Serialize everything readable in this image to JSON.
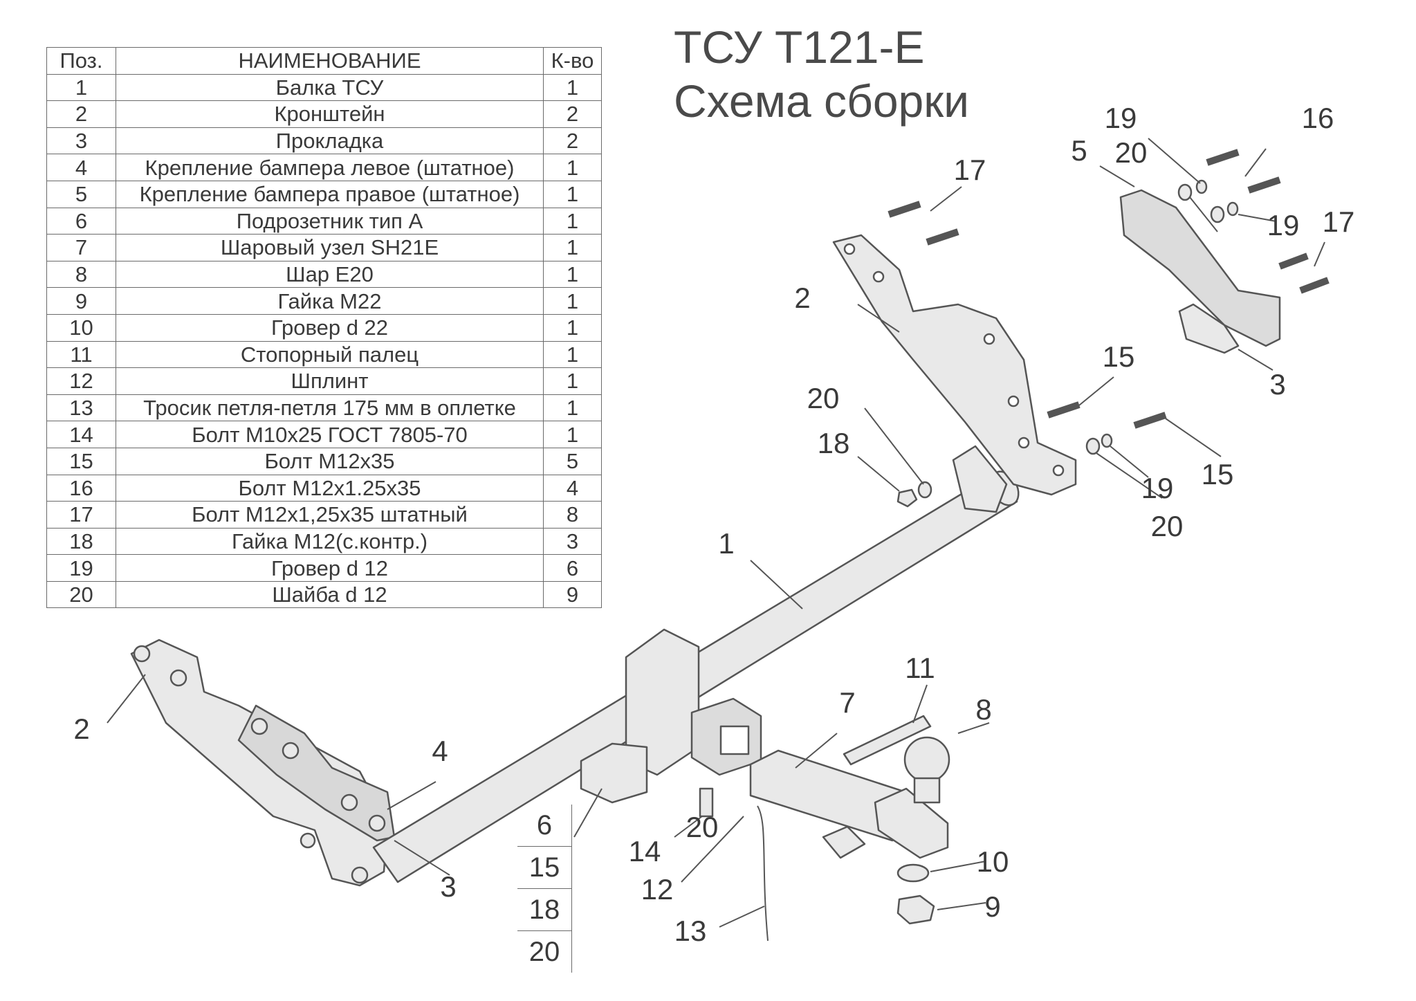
{
  "title": {
    "line1": "ТСУ Т121-Е",
    "line2": "Схема сборки"
  },
  "parts_table": {
    "headers": [
      "Поз.",
      "НАИМЕНОВАНИЕ",
      "К-во"
    ],
    "rows": [
      [
        "1",
        "Балка ТСУ",
        "1"
      ],
      [
        "2",
        "Кронштейн",
        "2"
      ],
      [
        "3",
        "Прокладка",
        "2"
      ],
      [
        "4",
        "Крепление бампера левое (штатное)",
        "1"
      ],
      [
        "5",
        "Крепление бампера правое (штатное)",
        "1"
      ],
      [
        "6",
        "Подрозетник тип А",
        "1"
      ],
      [
        "7",
        "Шаровый узел SH21E",
        "1"
      ],
      [
        "8",
        "Шар Е20",
        "1"
      ],
      [
        "9",
        "Гайка М22",
        "1"
      ],
      [
        "10",
        "Гровер d 22",
        "1"
      ],
      [
        "11",
        "Стопорный палец",
        "1"
      ],
      [
        "12",
        "Шплинт",
        "1"
      ],
      [
        "13",
        "Тросик петля-петля 175 мм в оплетке",
        "1"
      ],
      [
        "14",
        "Болт М10х25 ГОСТ 7805-70",
        "1"
      ],
      [
        "15",
        "Болт М12х35",
        "5"
      ],
      [
        "16",
        "Болт М12х1.25х35",
        "4"
      ],
      [
        "17",
        "Болт М12х1,25х35 штатный",
        "8"
      ],
      [
        "18",
        "Гайка М12(с.контр.)",
        "3"
      ],
      [
        "19",
        "Гровер d 12",
        "6"
      ],
      [
        "20",
        "Шайба d 12",
        "9"
      ]
    ]
  },
  "kit_group": [
    "6",
    "15",
    "18",
    "20"
  ],
  "callouts": [
    {
      "label": "1"
    },
    {
      "label": "2"
    },
    {
      "label": "2"
    },
    {
      "label": "3"
    },
    {
      "label": "3"
    },
    {
      "label": "4"
    },
    {
      "label": "5"
    },
    {
      "label": "7"
    },
    {
      "label": "8"
    },
    {
      "label": "9"
    },
    {
      "label": "10"
    },
    {
      "label": "11"
    },
    {
      "label": "12"
    },
    {
      "label": "13"
    },
    {
      "label": "14"
    },
    {
      "label": "15"
    },
    {
      "label": "15"
    },
    {
      "label": "16"
    },
    {
      "label": "17"
    },
    {
      "label": "17"
    },
    {
      "label": "18"
    },
    {
      "label": "19"
    },
    {
      "label": "19"
    },
    {
      "label": "19"
    },
    {
      "label": "20"
    },
    {
      "label": "20"
    },
    {
      "label": "20"
    },
    {
      "label": "20"
    }
  ],
  "colors": {
    "part_fill": "#e8e8e8",
    "outline": "#555555",
    "text": "#3a3a3a"
  }
}
